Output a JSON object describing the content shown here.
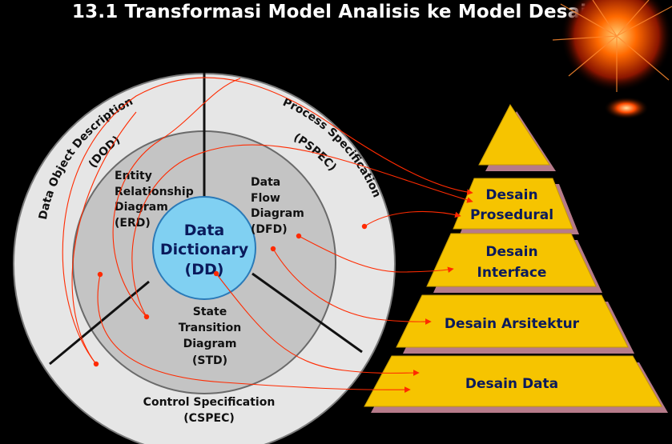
{
  "title": "13.1 Transformasi Model Analisis ke Model Desain",
  "center": {
    "line1": "Data",
    "line2": "Dictionary",
    "line3": "(DD)"
  },
  "inner": {
    "erd": [
      "Entity",
      "Relationship",
      "Diagram",
      "(ERD)"
    ],
    "dfd": [
      "Data",
      "Flow",
      "Diagram",
      "(DFD)"
    ],
    "std": [
      "State",
      "Transition",
      "Diagram",
      "(STD)"
    ]
  },
  "outer": {
    "dod": {
      "line1": "Data Object Description",
      "line2": "(DOD)"
    },
    "pspec": {
      "line1": "Process Specification",
      "line2": "(PSPEC)"
    },
    "cspec": {
      "line1": "Control Specification",
      "line2": "(CSPEC)"
    }
  },
  "pyramid": {
    "prosedural": [
      "Desain",
      "Prosedural"
    ],
    "interface": [
      "Desain",
      "Interface"
    ],
    "arsitektur": "Desain Arsitektur",
    "data": "Desain Data"
  },
  "colors": {
    "background": "#000000",
    "outer_ring": "#e6e6e6",
    "inner_ring": "#c4c4c4",
    "center": "#80d0f2",
    "pyramid_fill": "#f6c400",
    "pyramid_shadow": "#b67b8a",
    "arrow": "#ff2a00"
  }
}
